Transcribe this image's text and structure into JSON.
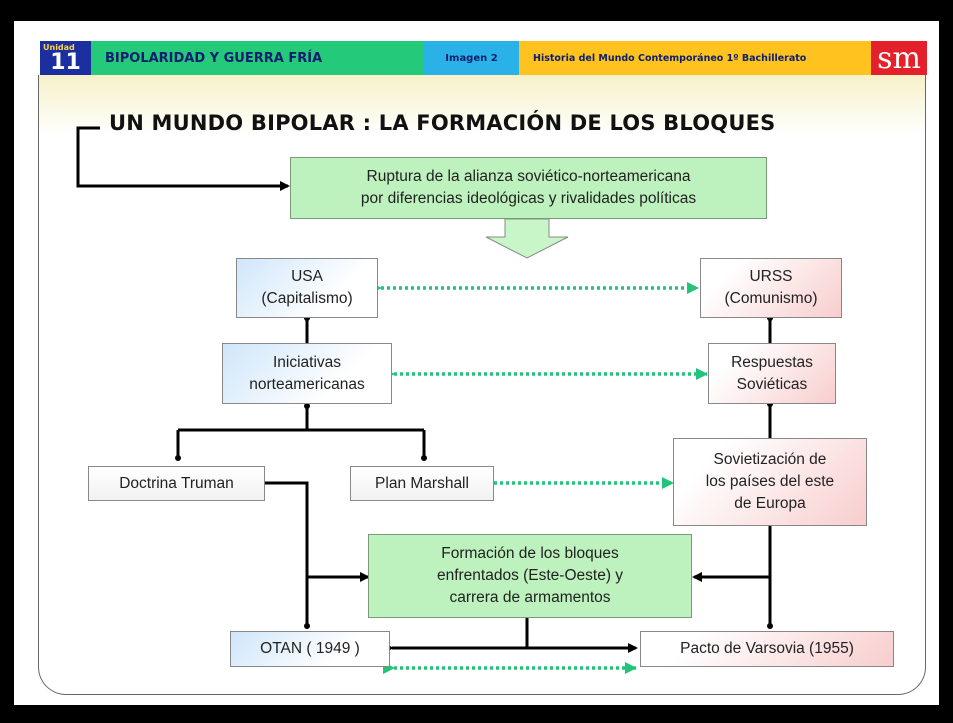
{
  "header": {
    "unit_label": "Unidad",
    "unit_number": "11",
    "title": "BIPOLARIDAD Y GUERRA FRÍA",
    "image_label": "Imagen 2",
    "course": "Historia del Mundo Contemporáneo 1º Bachillerato",
    "logo": "sm"
  },
  "main_title": "UN MUNDO BIPOLAR : LA FORMACIÓN DE LOS BLOQUES",
  "nodes": {
    "ruptura": "Ruptura de la alianza soviético-norteamericana\npor diferencias ideológicas y rivalidades políticas",
    "usa": "USA\n(Capitalismo)",
    "urss": "URSS\n(Comunismo)",
    "iniciativas": "Iniciativas\nnorteamericanas",
    "respuestas": "Respuestas\nSoviéticas",
    "truman": "Doctrina  Truman",
    "marshall": "Plan Marshall",
    "sovietizacion": "Sovietización de\nlos países del este\nde Europa",
    "formacion": "Formación de los bloques\nenfrentados (Este-Oeste) y\ncarrera de armamentos",
    "otan": "OTAN ( 1949 )",
    "varsovia": "Pacto de Varsovia (1955)"
  }
}
